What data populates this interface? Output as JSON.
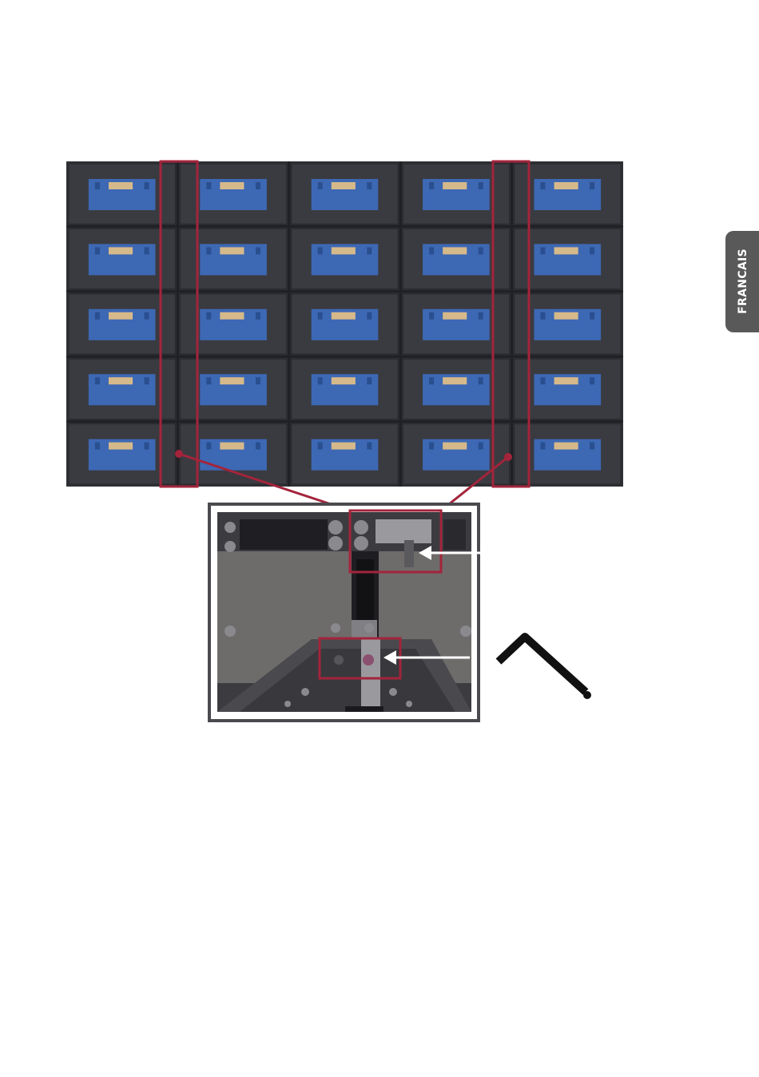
{
  "side_tab": {
    "label": "FRANCAIS"
  },
  "figure": {
    "panel_grid": {
      "columns": 5,
      "rows": 5
    },
    "colors": {
      "frame_dark": "#2f3035",
      "cabinet": "#3a3b40",
      "module_blue": "#3d68b4",
      "connector": "#d6b98a",
      "highlight_red": "#a3243b",
      "detail_grey": "#6e6b6b",
      "detail_frame": "#4b4b4f",
      "arrow_white": "#ffffff",
      "tool_black": "#111111"
    },
    "icons": {
      "detail_arrows": "arrow-left-icon",
      "tool": "hex-key-icon"
    }
  }
}
